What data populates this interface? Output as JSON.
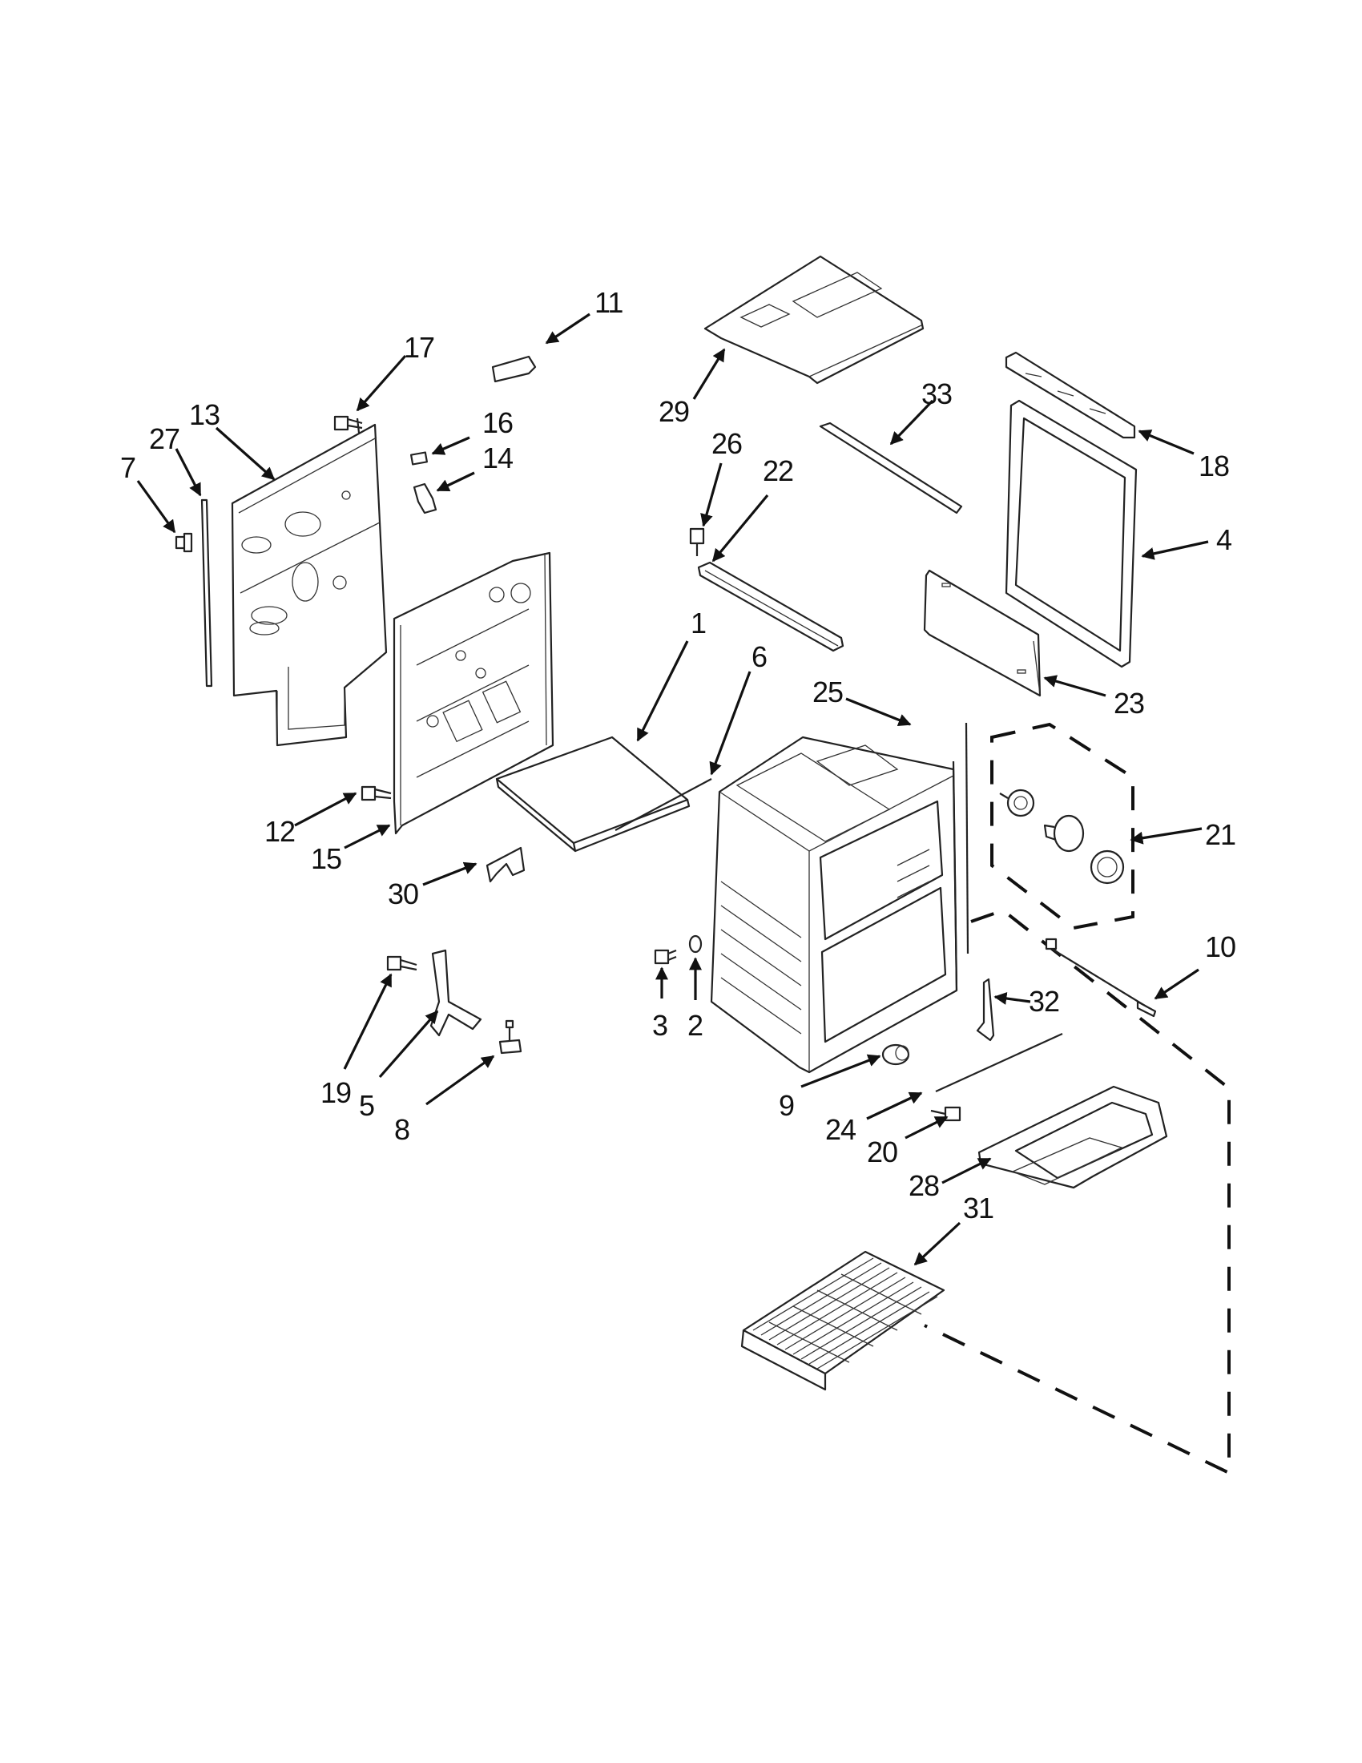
{
  "parts": [
    {
      "id": "part-1",
      "label": "1"
    },
    {
      "id": "part-2",
      "label": "2"
    },
    {
      "id": "part-3",
      "label": "3"
    },
    {
      "id": "part-4",
      "label": "4"
    },
    {
      "id": "part-5",
      "label": "5"
    },
    {
      "id": "part-6",
      "label": "6"
    },
    {
      "id": "part-7",
      "label": "7"
    },
    {
      "id": "part-8",
      "label": "8"
    },
    {
      "id": "part-9",
      "label": "9"
    },
    {
      "id": "part-10",
      "label": "10"
    },
    {
      "id": "part-11",
      "label": "11"
    },
    {
      "id": "part-12",
      "label": "12"
    },
    {
      "id": "part-13",
      "label": "13"
    },
    {
      "id": "part-14",
      "label": "14"
    },
    {
      "id": "part-15",
      "label": "15"
    },
    {
      "id": "part-16",
      "label": "16"
    },
    {
      "id": "part-17",
      "label": "17"
    },
    {
      "id": "part-18",
      "label": "18"
    },
    {
      "id": "part-19",
      "label": "19"
    },
    {
      "id": "part-20",
      "label": "20"
    },
    {
      "id": "part-21",
      "label": "21"
    },
    {
      "id": "part-22",
      "label": "22"
    },
    {
      "id": "part-23",
      "label": "23"
    },
    {
      "id": "part-24",
      "label": "24"
    },
    {
      "id": "part-25",
      "label": "25"
    },
    {
      "id": "part-26",
      "label": "26"
    },
    {
      "id": "part-27",
      "label": "27"
    },
    {
      "id": "part-28",
      "label": "28"
    },
    {
      "id": "part-29",
      "label": "29"
    },
    {
      "id": "part-30",
      "label": "30"
    },
    {
      "id": "part-31",
      "label": "31"
    },
    {
      "id": "part-32",
      "label": "32"
    },
    {
      "id": "part-33",
      "label": "33"
    }
  ]
}
